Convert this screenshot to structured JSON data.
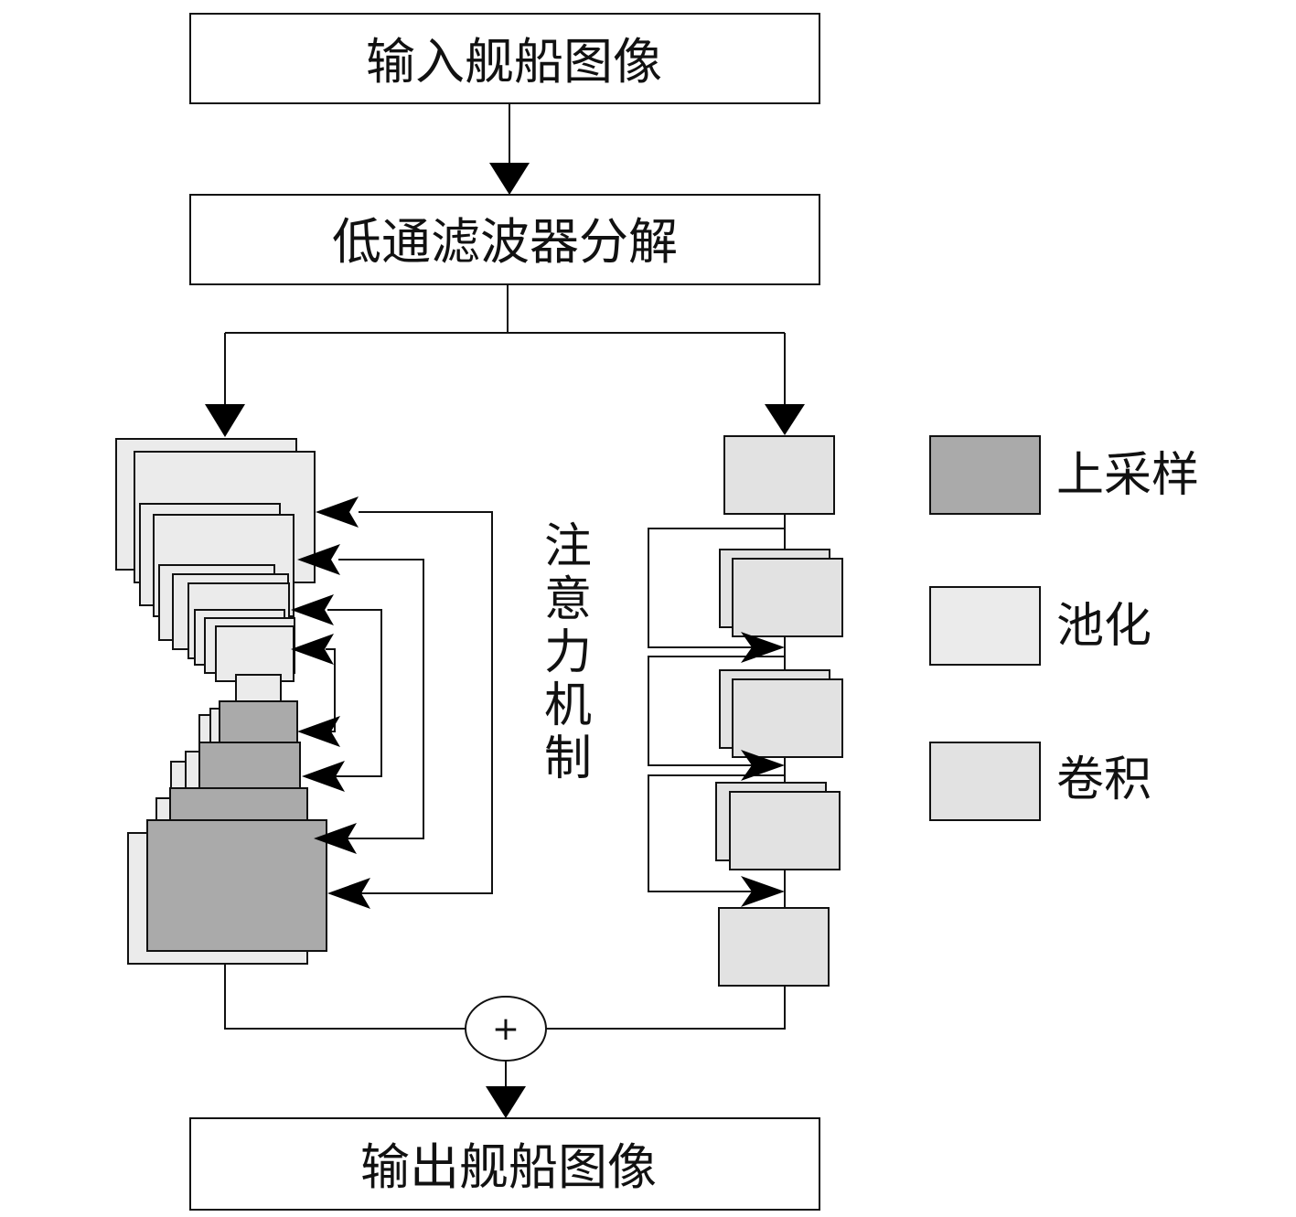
{
  "flow": {
    "input_label": "输入舰船图像",
    "filter_label": "低通滤波器分解",
    "attention_label": [
      "注",
      "意",
      "力",
      "机",
      "制"
    ],
    "sum_symbol": "+",
    "output_label": "输出舰船图像"
  },
  "legend": [
    {
      "label": "上采样",
      "color": "#aaaaaa"
    },
    {
      "label": "池化",
      "color": "#ebebeb"
    },
    {
      "label": "卷积",
      "color": "#e2e2e2"
    }
  ],
  "colors": {
    "upsample": "#aaaaaa",
    "pooling": "#ebebeb",
    "convolution": "#e2e2e2"
  }
}
